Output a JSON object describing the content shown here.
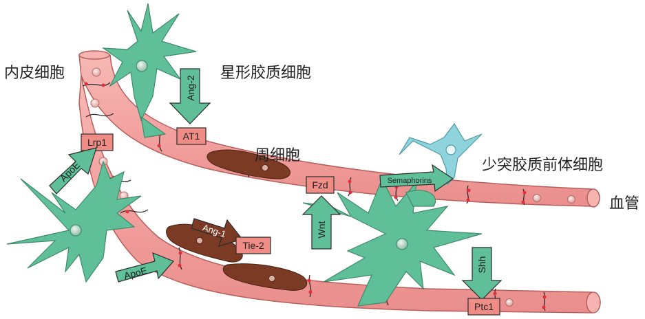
{
  "labels": {
    "endothelial": "内皮细胞",
    "astrocyte": "星形胶质细胞",
    "pericyte": "周细胞",
    "opc": "少突胶质前体细胞",
    "vessel": "血管"
  },
  "molecules": {
    "ang2": "Ang-2",
    "at1": "AT1",
    "lrp1": "Lrp1",
    "apoe_top": "ApoE",
    "apoe_bottom": "ApoE",
    "ang1": "Ang-1",
    "tie2": "Tie-2",
    "fzd": "Fzd",
    "wnt": "Wnt",
    "semaphorins": "Semaphorins",
    "shh": "Shh",
    "ptc1": "Ptc1"
  },
  "colors": {
    "vessel_fill": "#f3a7a3",
    "vessel_edge": "#b55f5c",
    "astrocyte": "#5fbf98",
    "astrocyte_edge": "#3d8a6a",
    "pericyte": "#7a3a24",
    "opc": "#8fd4dc",
    "receptor_box": "#f08c86",
    "tight_junction": "#e0303a"
  }
}
